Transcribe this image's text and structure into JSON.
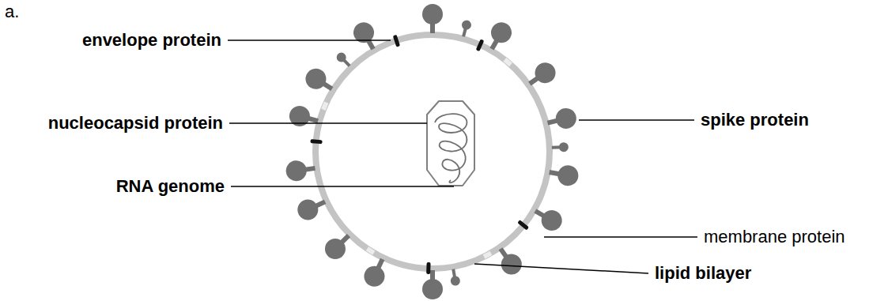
{
  "diagram": {
    "labels": [
      "a.",
      "envelope protein",
      "nucleocapsid protein",
      "RNA genome",
      "spike protein",
      "membrane protein",
      "lipid bilayer"
    ]
  }
}
